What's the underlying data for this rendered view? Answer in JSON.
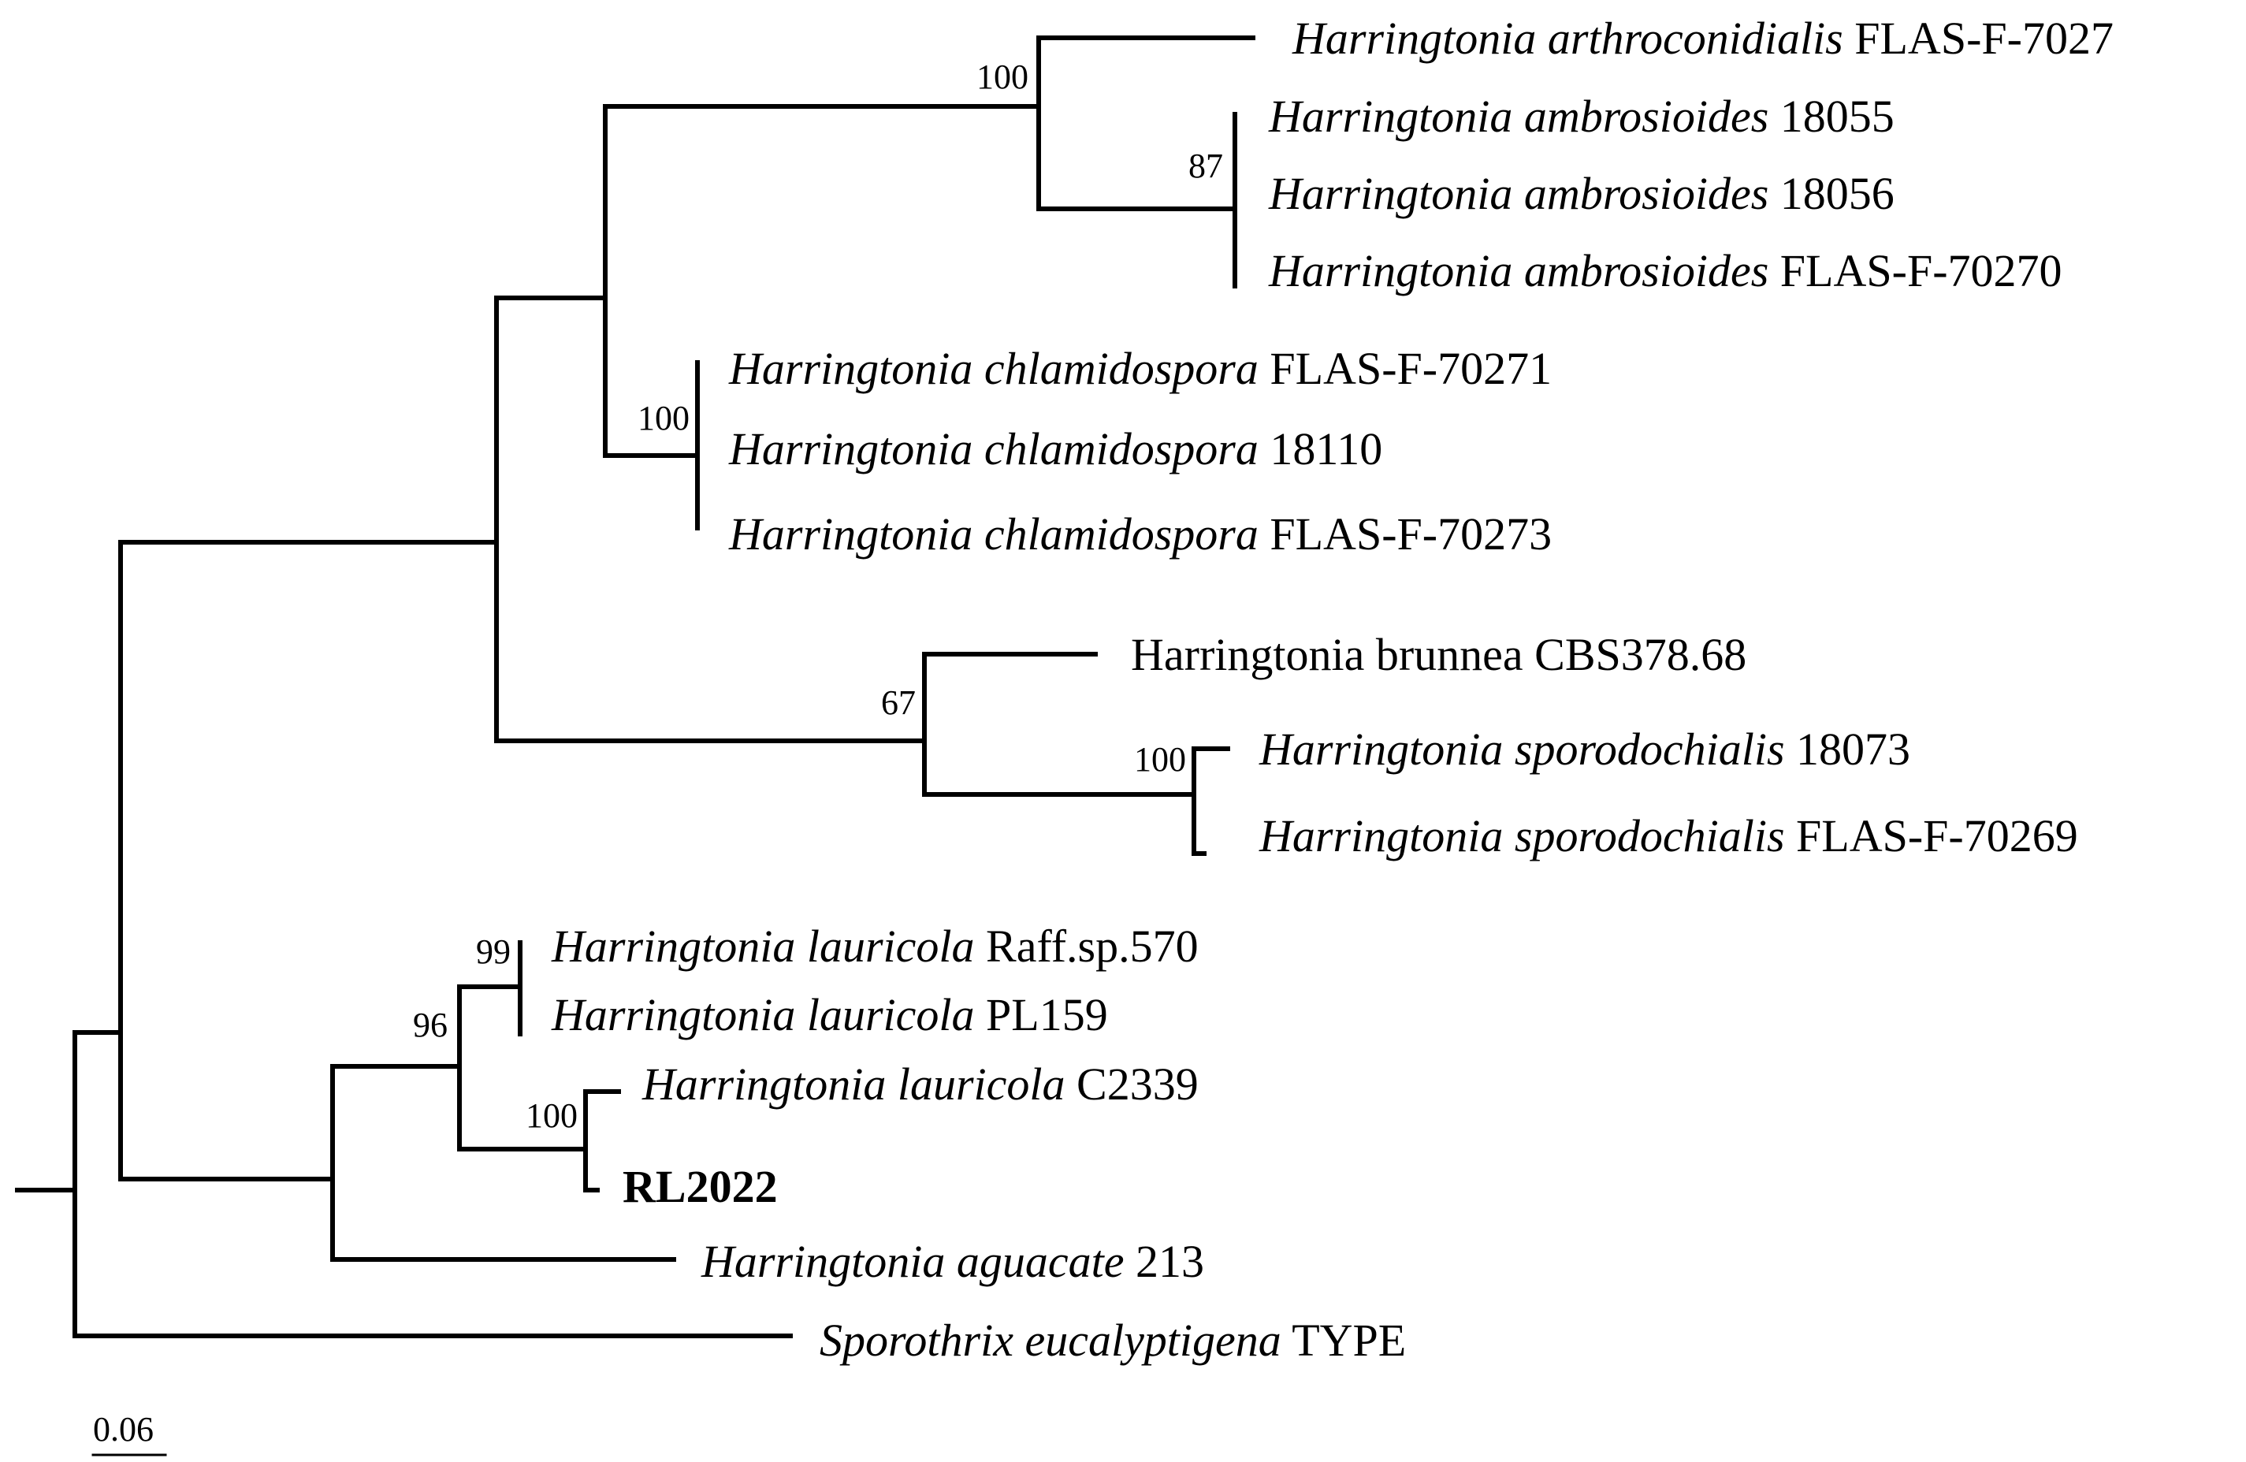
{
  "tree": {
    "highlight_color": "#ee1111",
    "line_color": "#000000",
    "taxa": [
      {
        "id": "t1",
        "italic": "Harringtonia arthroconidialis",
        "strain": "FLAS-F-7027"
      },
      {
        "id": "t2",
        "italic": "Harringtonia ambrosioides",
        "strain": "18055"
      },
      {
        "id": "t3",
        "italic": "Harringtonia ambrosioides",
        "strain": "18056"
      },
      {
        "id": "t4",
        "italic": "Harringtonia ambrosioides",
        "strain": "FLAS-F-70270"
      },
      {
        "id": "t5",
        "italic": "Harringtonia chlamidospora",
        "strain": "FLAS-F-70271"
      },
      {
        "id": "t6",
        "italic": "Harringtonia chlamidospora",
        "strain": "18110"
      },
      {
        "id": "t7",
        "italic": "Harringtonia chlamidospora",
        "strain": "FLAS-F-70273"
      },
      {
        "id": "t8",
        "italic": "",
        "strain": "Harringtonia brunnea CBS378.68"
      },
      {
        "id": "t9",
        "italic": "Harringtonia sporodochialis",
        "strain": "18073"
      },
      {
        "id": "t10",
        "italic": "Harringtonia sporodochialis",
        "strain": "FLAS-F-70269"
      },
      {
        "id": "t11",
        "italic": "Harringtonia lauricola",
        "strain": "Raff.sp.570"
      },
      {
        "id": "t12",
        "italic": "Harringtonia lauricola",
        "strain": "PL159"
      },
      {
        "id": "t13",
        "italic": "Harringtonia lauricola",
        "strain": "C2339"
      },
      {
        "id": "t14",
        "italic": "",
        "strain": "RL2022",
        "highlight": true
      },
      {
        "id": "t15",
        "italic": "Harringtonia aguacate",
        "strain": "213"
      },
      {
        "id": "t16",
        "italic": "Sporothrix eucalyptigena",
        "strain": "TYPE"
      }
    ],
    "supports": [
      "100",
      "87",
      "100",
      "67",
      "100",
      "99",
      "96",
      "100"
    ],
    "scale_bar": {
      "label": "0.06",
      "length": 0.06
    }
  }
}
